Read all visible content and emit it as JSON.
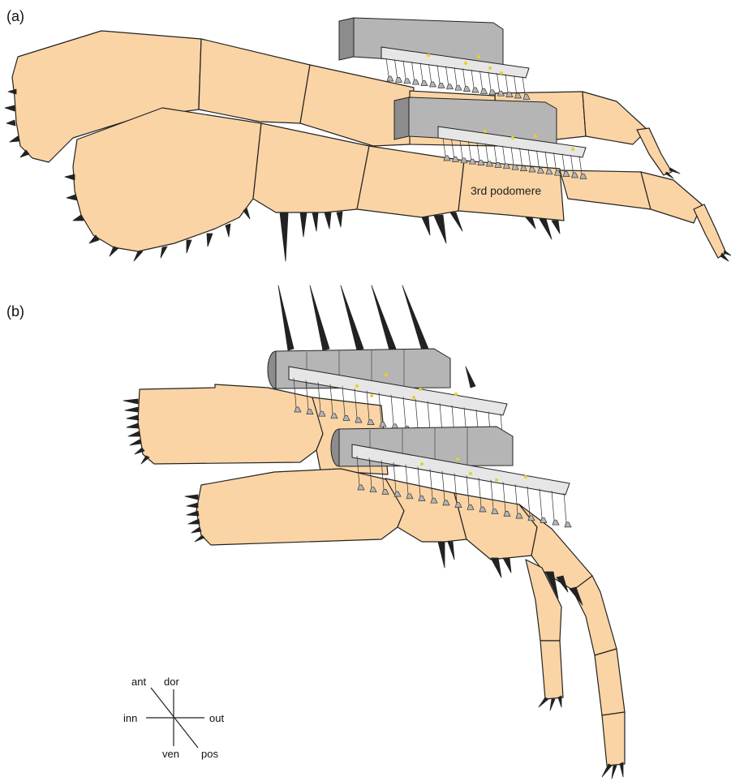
{
  "panels": {
    "a": {
      "label": "(a)",
      "segment_label": "3rd podomere"
    },
    "b": {
      "label": "(b)"
    }
  },
  "orientation": {
    "ant": "ant",
    "dor": "dor",
    "inn": "inn",
    "out": "out",
    "ven": "ven",
    "pos": "pos"
  },
  "colors": {
    "limb_fill": "#FAD4A4",
    "outline": "#222222",
    "comb_dark": "#8C8C8C",
    "comb_mid": "#B5B5B5",
    "comb_light": "#E6E6E6",
    "granule": "#E8D21C"
  }
}
